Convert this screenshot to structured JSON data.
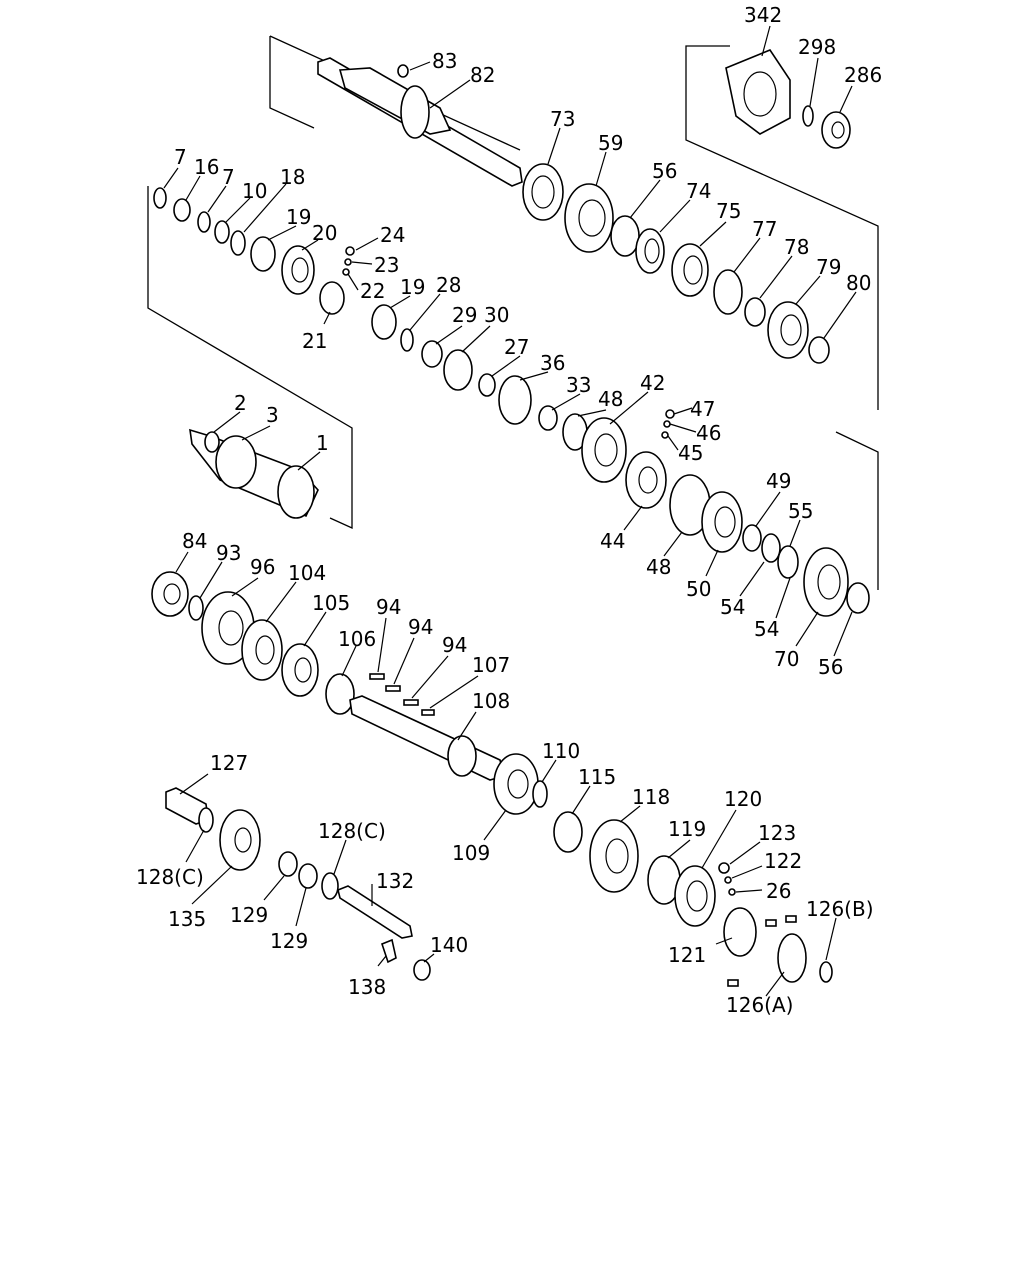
{
  "figure": {
    "callouts": [
      {
        "text": "342"
      },
      {
        "text": "298"
      },
      {
        "text": "286"
      },
      {
        "text": "83"
      },
      {
        "text": "82"
      },
      {
        "text": "73"
      },
      {
        "text": "59"
      },
      {
        "text": "56"
      },
      {
        "text": "74"
      },
      {
        "text": "75"
      },
      {
        "text": "77"
      },
      {
        "text": "78"
      },
      {
        "text": "79"
      },
      {
        "text": "80"
      },
      {
        "text": "7"
      },
      {
        "text": "16"
      },
      {
        "text": "7"
      },
      {
        "text": "10"
      },
      {
        "text": "18"
      },
      {
        "text": "19"
      },
      {
        "text": "20"
      },
      {
        "text": "24"
      },
      {
        "text": "23"
      },
      {
        "text": "22"
      },
      {
        "text": "21"
      },
      {
        "text": "19"
      },
      {
        "text": "28"
      },
      {
        "text": "29"
      },
      {
        "text": "30"
      },
      {
        "text": "27"
      },
      {
        "text": "36"
      },
      {
        "text": "33"
      },
      {
        "text": "48"
      },
      {
        "text": "42"
      },
      {
        "text": "47"
      },
      {
        "text": "46"
      },
      {
        "text": "45"
      },
      {
        "text": "2"
      },
      {
        "text": "3"
      },
      {
        "text": "1"
      },
      {
        "text": "44"
      },
      {
        "text": "48"
      },
      {
        "text": "49"
      },
      {
        "text": "55"
      },
      {
        "text": "50"
      },
      {
        "text": "54"
      },
      {
        "text": "54"
      },
      {
        "text": "70"
      },
      {
        "text": "56"
      },
      {
        "text": "84"
      },
      {
        "text": "93"
      },
      {
        "text": "96"
      },
      {
        "text": "104"
      },
      {
        "text": "105"
      },
      {
        "text": "106"
      },
      {
        "text": "94"
      },
      {
        "text": "94"
      },
      {
        "text": "94"
      },
      {
        "text": "107"
      },
      {
        "text": "108"
      },
      {
        "text": "110"
      },
      {
        "text": "115"
      },
      {
        "text": "118"
      },
      {
        "text": "120"
      },
      {
        "text": "127"
      },
      {
        "text": "128(C)"
      },
      {
        "text": "123"
      },
      {
        "text": "122"
      },
      {
        "text": "119"
      },
      {
        "text": "26"
      },
      {
        "text": "126(B)"
      },
      {
        "text": "109"
      },
      {
        "text": "132"
      },
      {
        "text": "128(C)"
      },
      {
        "text": "135"
      },
      {
        "text": "129"
      },
      {
        "text": "129"
      },
      {
        "text": "140"
      },
      {
        "text": "138"
      },
      {
        "text": "121"
      },
      {
        "text": "126(A)"
      }
    ]
  }
}
